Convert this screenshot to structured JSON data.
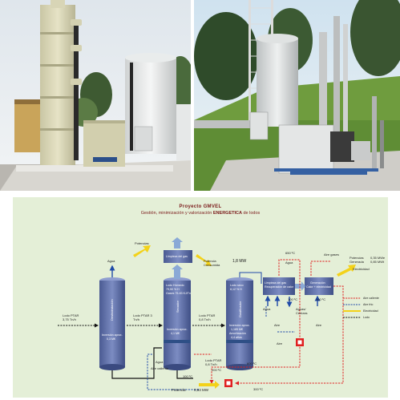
{
  "colors": {
    "diagram_bg": "#e4efd7",
    "title": "#7a1a1a",
    "vessel": "#5d6fa8",
    "water_line": "#2e4f86",
    "waste_heat": "#e02020",
    "hot_air": "#1f4aa8",
    "sludge": "#111111",
    "power": "#f3d21a",
    "gas": "#8aa9d6"
  },
  "diagram": {
    "title_prefix": "Proyecto",
    "title_name": "GMVEL",
    "subtitle_pre": "Gestión, minimización y valorización",
    "subtitle_bold": "ENERGETICA",
    "subtitle_post": "de lodos",
    "labels": {
      "agua_top": "Agua",
      "potencias": "Potencias",
      "limpieza_gas_box": "Limpieza del gas",
      "potencia_consumida": "Potencia Consumida",
      "mw_consumida": "1,8 MW",
      "agua_right": "Agua",
      "aire_gases": "Aire gases",
      "potencias_generada": "Potencias Generada",
      "mw_top": "0,35 MWe",
      "mw_bottom": "0,85 MWt",
      "electricidad": "Electricidad",
      "lodo_in": "Lodo PTAR 3,75 Tn/h",
      "lodo_mid": "Lodo PTAR 3 Tn/h",
      "lodo_right": "Lodo PTAR 0,8 Tn/h",
      "agua_lower": "Agua",
      "aire_caliente": "Aire caliente",
      "lodo_bottom": "Lodo PTAR 0,8 Tn/h",
      "t100": "100 ºC",
      "t600": "600 ºC",
      "t650": "650 ºC",
      "t100b": "100 ºC",
      "t100c": "100 ºC",
      "aire_1": "Aire",
      "aire_2": "Aire",
      "aire_3": "Aire",
      "agua_2": "Agua",
      "aguas_cenizas": "Aguas/ Cenizas",
      "potencia_bottom": "Potencia",
      "mw_bottom_label": "0,93 MW",
      "t300": "300 ºC",
      "t200": "200 ºC"
    },
    "vessels": {
      "deshidratacion": {
        "label": "Deshidratación",
        "inv_line1": "Inversión aprox.",
        "inv_line2": "0,3 M€"
      },
      "secador": {
        "label": "Secador",
        "top_line1": "Lodo Húmedo",
        "top_line2": "79,50 % H",
        "top_line3": "Gases 75-83 KJ/Tn",
        "inv_line1": "Inversión aprox.",
        "inv_line2": "4,1 M€"
      },
      "gasificador": {
        "label": "Gasificador",
        "top_line1": "Lodo seco",
        "top_line2": "8,12 % H",
        "inv_line1": "Inversión aprox.",
        "inv_line2": "1,185 M€",
        "inv_line3": "Amortización",
        "inv_line4": "4,4 años"
      },
      "limpieza": {
        "line1": "Limpieza del gas",
        "line2": "Recuperación de calor"
      },
      "generacion": {
        "line1": "Generación",
        "line2": "Calor + electricidad"
      }
    },
    "legend": {
      "waste_heat": "Aire caliente",
      "hot_air": "Aire frio",
      "power": "Electricidad",
      "sludge": "Lodo"
    }
  }
}
